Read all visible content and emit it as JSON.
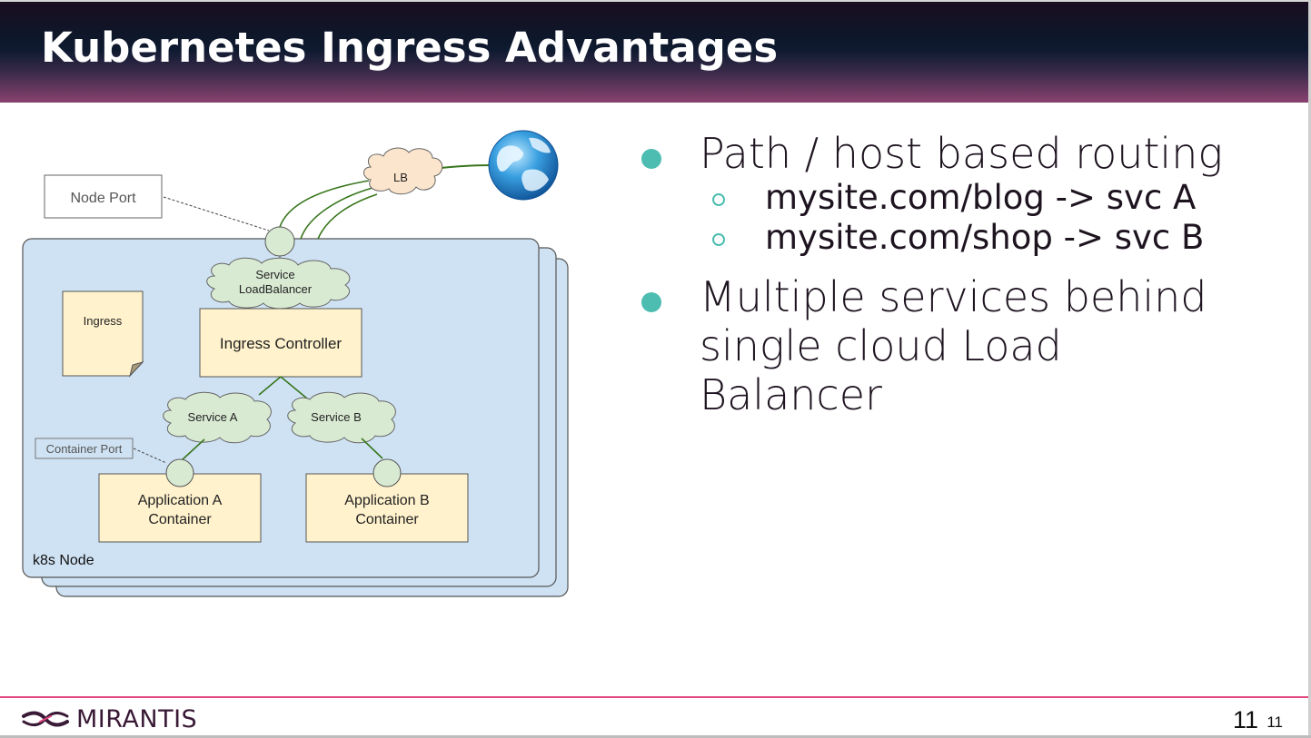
{
  "slide": {
    "title": "Kubernetes Ingress Advantages",
    "page_number": "11",
    "page_number_small": "11"
  },
  "diagram": {
    "node_port_label": "Node Port",
    "lb_label": "LB",
    "service_lb_line1": "Service",
    "service_lb_line2": "LoadBalancer",
    "ingress_label": "Ingress",
    "ingress_controller_label": "Ingress Controller",
    "service_a_label": "Service A",
    "service_b_label": "Service B",
    "container_port_label": "Container Port",
    "app_a_line1": "Application A",
    "app_a_line2": "Container",
    "app_b_line1": "Application B",
    "app_b_line2": "Container",
    "node_label": "k8s Node",
    "globe_icon": "globe-icon",
    "colors": {
      "node_fill": "#cfe2f3",
      "box_fill": "#fff2cc",
      "cloud_green": "#d9ead3",
      "cloud_peach": "#fce5cd",
      "link_green": "#38761d"
    }
  },
  "bullets": [
    {
      "text": "Path / host based routing",
      "sub": [
        "mysite.com/blog -> svc A",
        "mysite.com/shop -> svc B"
      ]
    },
    {
      "lines": [
        "Multiple services behind",
        "single cloud Load",
        "Balancer"
      ],
      "sub": []
    }
  ],
  "footer": {
    "brand": "MIRANTIS",
    "logo_icon": "mirantis-logo-icon",
    "accent_color": "#e0457e"
  }
}
